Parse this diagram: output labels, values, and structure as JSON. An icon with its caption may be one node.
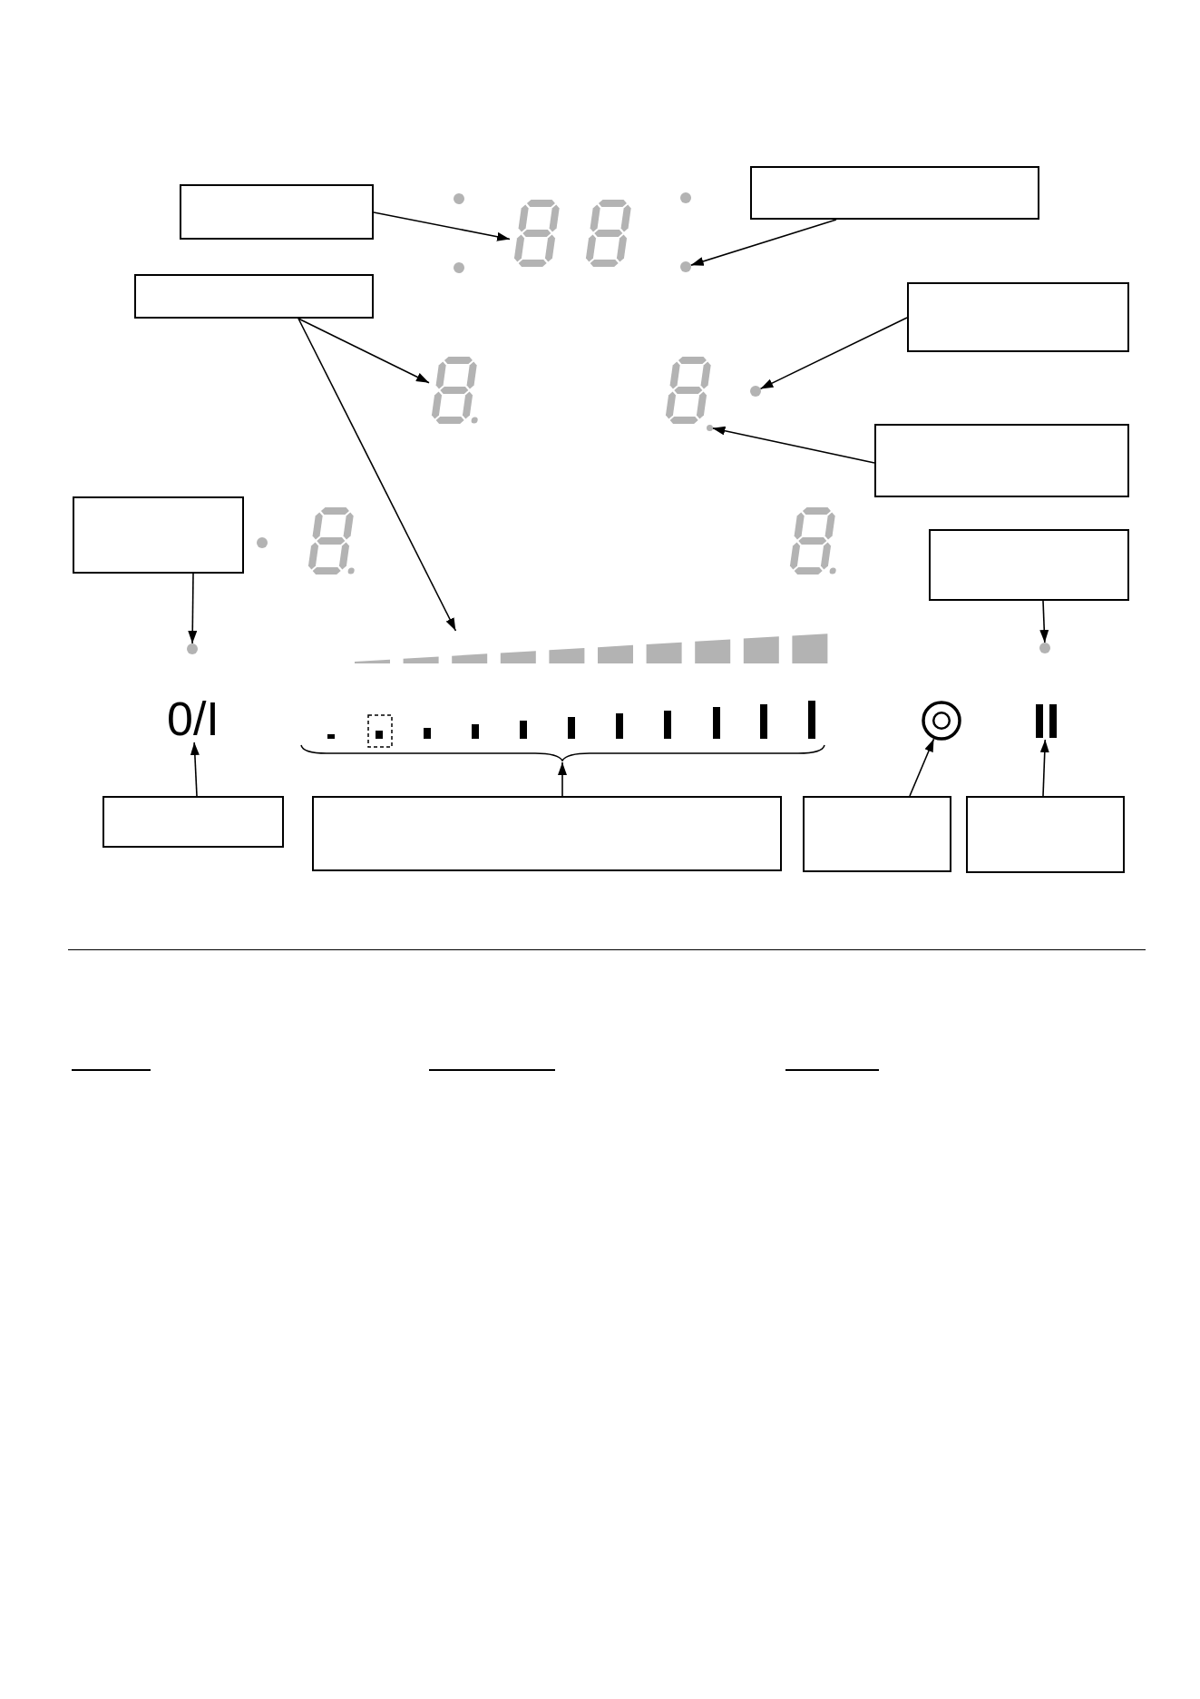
{
  "diagram": {
    "nodes": [
      {
        "text": [],
        "shape": "box"
      },
      {
        "text": [],
        "shape": "box"
      },
      {
        "text": [],
        "shape": "picture"
      },
      {
        "text": [],
        "shape": "circle"
      },
      {
        "text": [],
        "shape": "box"
      },
      {
        "text": [],
        "shape": "box"
      },
      {
        "text": [],
        "shape": "picture"
      },
      {
        "text": [],
        "shape": "circle"
      },
      {
        "text": [],
        "shape": "circle"
      },
      {
        "text": [],
        "shape": "box"
      },
      {
        "text": [],
        "shape": "box"
      },
      {
        "text": [],
        "shape": "box"
      },
      {
        "text": [],
        "shape": "circle"
      },
      {
        "text": [],
        "shape": "circle"
      },
      {
        "text": [],
        "shape": "picture"
      },
      {
        "text": [
          "0/I"
        ]
      },
      {
        "text": [],
        "shape": "picture"
      },
      {
        "text": [],
        "shape": "circle"
      },
      {
        "text": [],
        "shape": "picture"
      },
      {
        "text": [],
        "shape": "box"
      },
      {
        "text": [],
        "shape": "box"
      },
      {
        "text": [],
        "shape": "box"
      },
      {
        "text": [],
        "shape": "box"
      }
    ],
    "edges": [
      {
        "from": 0,
        "to": 2,
        "arrow": "to"
      },
      {
        "from": 1,
        "to": 3,
        "arrow": "to"
      },
      {
        "from": 4,
        "to": 6,
        "arrow": "to"
      },
      {
        "from": 4,
        "to": 14,
        "arrow": "to"
      },
      {
        "from": 5,
        "to": 7,
        "arrow": "to"
      },
      {
        "from": 9,
        "to": 8,
        "arrow": "to"
      },
      {
        "from": 10,
        "to": 12,
        "arrow": "to"
      },
      {
        "from": 11,
        "to": 13,
        "arrow": "to"
      },
      {
        "from": 19,
        "to": 15,
        "arrow": "to"
      },
      {
        "from": 20,
        "to": 16,
        "arrow": "to"
      },
      {
        "from": 21,
        "to": 17,
        "arrow": "to"
      },
      {
        "from": 22,
        "to": 18,
        "arrow": "to"
      }
    ]
  }
}
